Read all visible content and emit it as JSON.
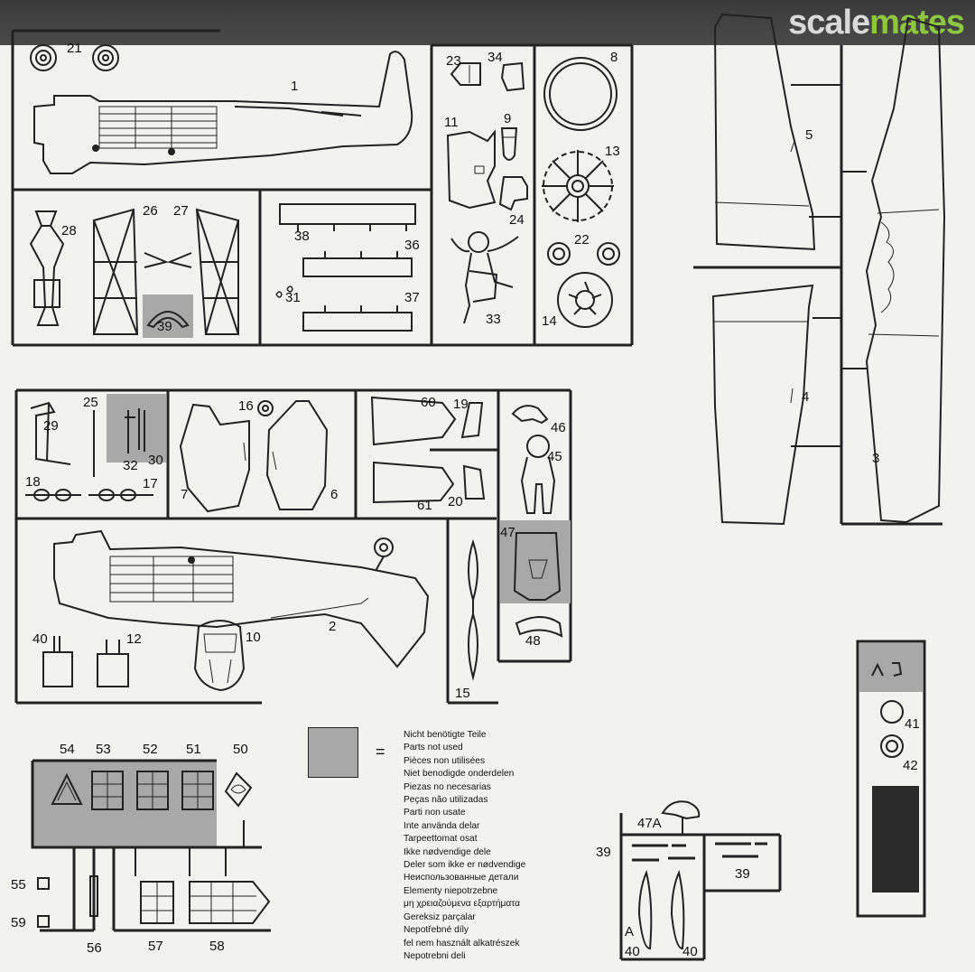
{
  "header": {
    "logo_part1": "scale",
    "logo_part2": "mates"
  },
  "part_numbers": {
    "p1": "1",
    "p2": "2",
    "p3": "3",
    "p4": "4",
    "p5": "5",
    "p6": "6",
    "p7": "7",
    "p8": "8",
    "p9": "9",
    "p10": "10",
    "p11": "11",
    "p12": "12",
    "p13": "13",
    "p14": "14",
    "p15": "15",
    "p16": "16",
    "p17": "17",
    "p18": "18",
    "p19": "19",
    "p20": "20",
    "p21": "21",
    "p22": "22",
    "p23": "23",
    "p24": "24",
    "p25": "25",
    "p26": "26",
    "p27": "27",
    "p28": "28",
    "p29": "29",
    "p30": "30",
    "p31": "31",
    "p32": "32",
    "p33": "33",
    "p34": "34",
    "p36": "36",
    "p37": "37",
    "p38": "38",
    "p39a": "39",
    "p39b": "39",
    "p39c": "39",
    "p40a": "40",
    "p40b": "40",
    "p40c": "40",
    "pA": "A",
    "p41": "41",
    "p42": "42",
    "p45": "45",
    "p46": "46",
    "p47": "47",
    "p47A": "47A",
    "p48": "48",
    "p50": "50",
    "p51": "51",
    "p52": "52",
    "p53": "53",
    "p54": "54",
    "p55": "55",
    "p56": "56",
    "p57": "57",
    "p58": "58",
    "p59": "59",
    "p60": "60",
    "p61": "61"
  },
  "legend": {
    "equals": "=",
    "lines": [
      "Nicht benötigte Teile",
      "Parts not used",
      "Pièces non utilisées",
      "Niet benodigde onderdelen",
      "Piezas no necesarias",
      "Peças não utilizadas",
      "Parti non usate",
      "Inte använda delar",
      "Tarpeettomat osat",
      "Ikke nødvendige dele",
      "Deler som ikke er nødvendige",
      "Неиспользованные детали",
      "Elementy niepotrzebne",
      "μη χρειαζούμενα εξαρτήματα",
      "Gereksiz parçalar",
      "Nepotřebné díly",
      "fel nem használt alkatrészek",
      "Nepotrebni deli"
    ]
  },
  "colors": {
    "background": "#f2f2ef",
    "line": "#222222",
    "unused_parts_gray": "#a8a8a8",
    "header_bar": "#444444",
    "logo_gray": "#d9d9d9",
    "logo_green": "#8dc63f"
  }
}
